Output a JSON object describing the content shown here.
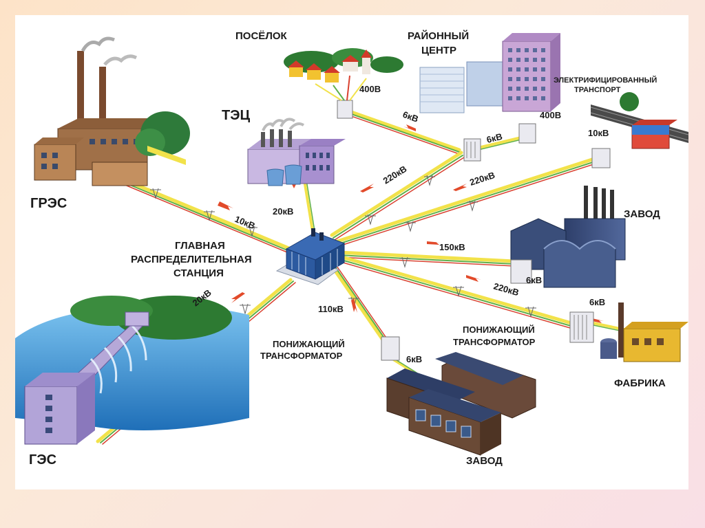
{
  "labels": {
    "gres": "ГРЭС",
    "tec": "ТЭЦ",
    "ges": "ГЭС",
    "poselok": "ПОСЁЛОК",
    "rc_line1": "РАЙОННЫЙ",
    "rc_line2": "ЦЕНТР",
    "et_line1": "ЭЛЕКТРИФИЦИРОВАННЫЙ",
    "et_line2": "ТРАНСПОРТ",
    "zavod_right": "ЗАВОД",
    "zavod_bottom": "ЗАВОД",
    "fabrika": "ФАБРИКА",
    "main_line1": "ГЛАВНАЯ",
    "main_line2": "РАСПРЕДЕЛИТЕЛЬНАЯ",
    "main_line3": "СТАНЦИЯ",
    "tr_left_line1": "ПОНИЖАЮЩИЙ",
    "tr_left_line2": "ТРАНСФОРМАТОР",
    "tr_right_line1": "ПОНИЖАЮЩИЙ",
    "tr_right_line2": "ТРАНСФОРМАТОР"
  },
  "voltages": {
    "gres_line": "10кВ",
    "tec_line": "20кВ",
    "ges_line": "20кВ",
    "poselok_sub": "400В",
    "poselok_line": "6кВ",
    "rc_line_a": "220кВ",
    "rc_sub_in": "6кВ",
    "rc_sub_out": "400В",
    "transport_line": "220кВ",
    "transport_sub": "10кВ",
    "zavod_line": "150кВ",
    "zavod_sub": "6кВ",
    "fabrika_line": "220кВ",
    "fabrika_sub": "6кВ",
    "bottom_line": "110кВ",
    "bottom_sub": "6кВ"
  },
  "colors": {
    "line_yellow": "#f2e24a",
    "line_green": "#5fb04a",
    "line_red": "#d9412f",
    "arrow": "#e24a2a",
    "water": "#2f8fd6",
    "main_station": "#2c5aa0"
  }
}
